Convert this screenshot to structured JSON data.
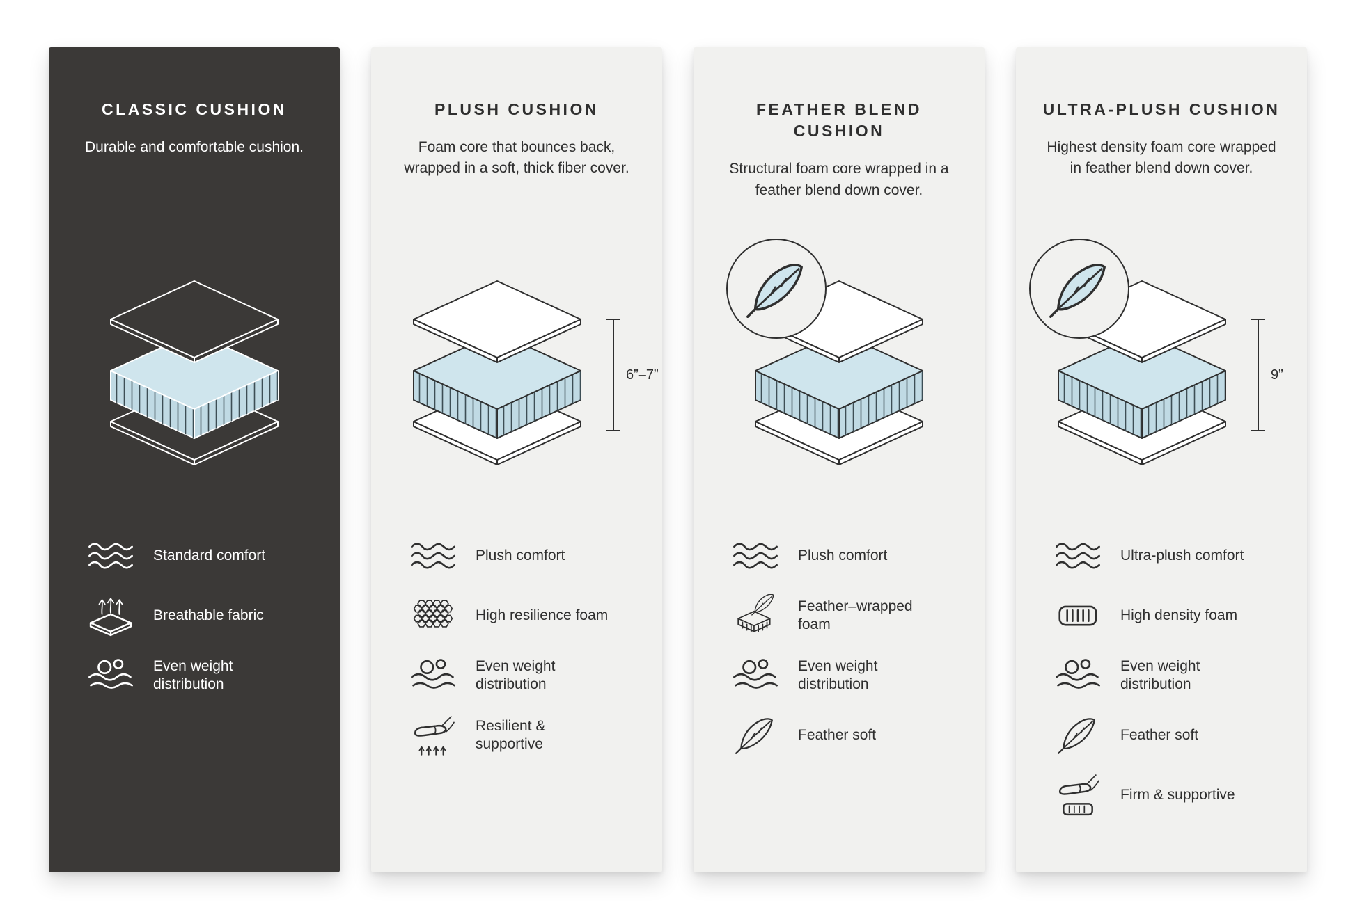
{
  "page": {
    "background": "#ffffff"
  },
  "colors": {
    "dark_panel_bg": "#3b3937",
    "light_panel_bg": "#f1f1ef",
    "foam_top": "#cfe5ed",
    "foam_side": "#c0dae4",
    "dark_text": "#2f2f2f",
    "light_text": "#ffffff"
  },
  "panels": [
    {
      "id": "classic-cushion",
      "theme": "dark",
      "title": "CLASSIC CUSHION",
      "description": "Durable and comfortable cushion.",
      "measurement": "",
      "feather_badge": false,
      "features": [
        {
          "icon": "comfort-wave-icon",
          "label": "Standard comfort"
        },
        {
          "icon": "breathable-fabric-icon",
          "label": "Breathable fabric"
        },
        {
          "icon": "weight-distribution-icon",
          "label": "Even weight distribution"
        }
      ]
    },
    {
      "id": "plush-cushion",
      "theme": "light",
      "title": "PLUSH CUSHION",
      "description": "Foam core that bounces back, wrapped in a soft, thick fiber cover.",
      "measurement": "6”–7”",
      "feather_badge": false,
      "features": [
        {
          "icon": "comfort-wave-icon",
          "label": "Plush comfort"
        },
        {
          "icon": "high-resilience-foam-icon",
          "label": "High resilience foam"
        },
        {
          "icon": "weight-distribution-icon",
          "label": "Even weight distribution"
        },
        {
          "icon": "resilient-supportive-icon",
          "label": "Resilient & supportive"
        }
      ]
    },
    {
      "id": "feather-blend-cushion",
      "theme": "light",
      "title": "FEATHER BLEND CUSHION",
      "description": "Structural foam core wrapped in a feather blend down cover.",
      "measurement": "",
      "feather_badge": true,
      "features": [
        {
          "icon": "comfort-wave-icon",
          "label": "Plush comfort"
        },
        {
          "icon": "feather-wrapped-foam-icon",
          "label": "Feather–wrapped foam"
        },
        {
          "icon": "weight-distribution-icon",
          "label": "Even weight distribution"
        },
        {
          "icon": "feather-soft-icon",
          "label": "Feather soft"
        }
      ]
    },
    {
      "id": "ultra-plush-cushion",
      "theme": "light",
      "title": "ULTRA-PLUSH CUSHION",
      "description": "Highest density foam core wrapped in feather blend down cover.",
      "measurement": "9”",
      "feather_badge": true,
      "features": [
        {
          "icon": "comfort-wave-icon",
          "label": "Ultra-plush comfort"
        },
        {
          "icon": "high-density-foam-icon",
          "label": "High density foam"
        },
        {
          "icon": "weight-distribution-icon",
          "label": "Even weight distribution"
        },
        {
          "icon": "feather-soft-icon",
          "label": "Feather soft"
        },
        {
          "icon": "firm-supportive-icon",
          "label": "Firm & supportive"
        }
      ]
    }
  ]
}
